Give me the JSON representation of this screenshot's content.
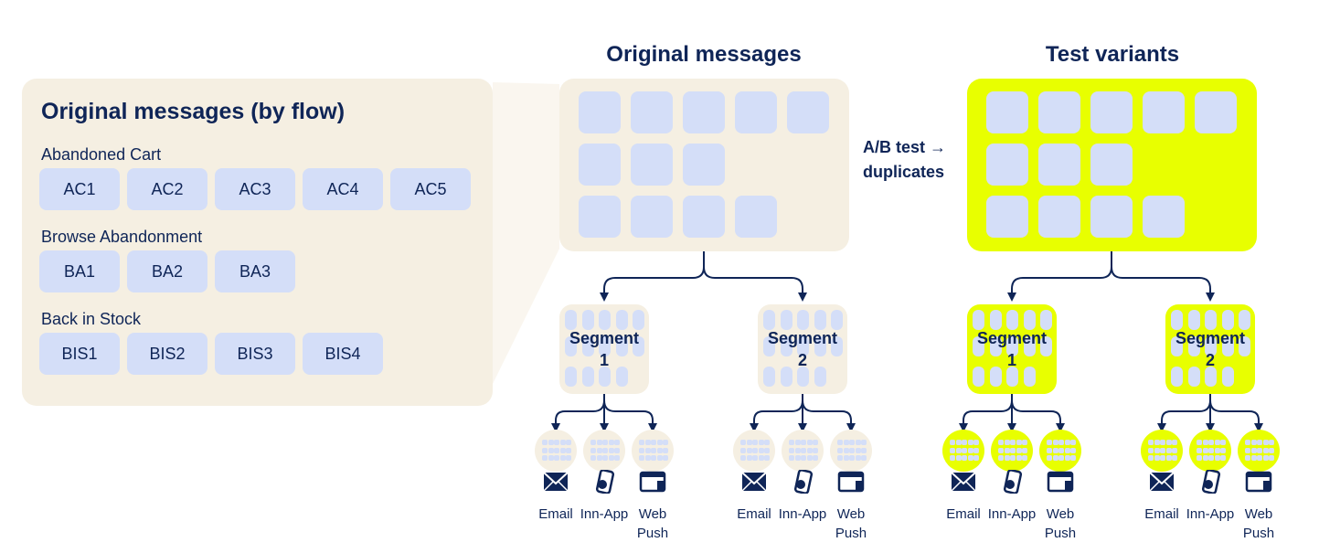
{
  "flows_panel": {
    "title": "Original messages (by flow)",
    "flows": [
      {
        "name": "Abandoned Cart",
        "messages": [
          "AC1",
          "AC2",
          "AC3",
          "AC4",
          "AC5"
        ]
      },
      {
        "name": "Browse Abandonment",
        "messages": [
          "BA1",
          "BA2",
          "BA3"
        ]
      },
      {
        "name": "Back in Stock",
        "messages": [
          "BIS1",
          "BIS2",
          "BIS3",
          "BIS4"
        ]
      }
    ]
  },
  "original": {
    "title": "Original messages"
  },
  "test": {
    "title": "Test variants"
  },
  "ab_label": [
    "A/B test →",
    "duplicates"
  ],
  "segments": [
    "Segment\n1",
    "Segment\n2"
  ],
  "channels": [
    {
      "label": "Email",
      "icon": "envelope-icon"
    },
    {
      "label": "Inn-App",
      "icon": "mobile-phone-icon"
    },
    {
      "label": "Web Push",
      "icon": "browser-window-icon"
    }
  ],
  "colors": {
    "navy": "#0f2557",
    "beige": "#f5efe2",
    "message_blue": "#d4def8",
    "highlight_yellow": "#e8ff00"
  }
}
